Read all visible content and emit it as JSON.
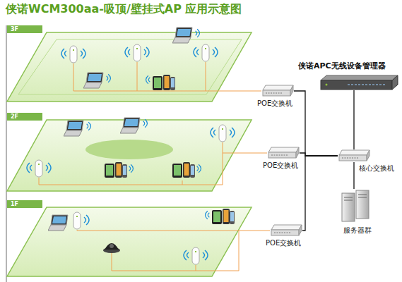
{
  "diagram": {
    "title": "侠诺WCM300aa-吸顶/壁挂式AP 应用示意图",
    "nodes": [
      {
        "text": [
          "3F"
        ]
      },
      {
        "text": [
          "2F"
        ]
      },
      {
        "text": [
          "1F"
        ]
      },
      {
        "text": [
          "POE交换机"
        ]
      },
      {
        "text": [
          "侠诺APC无线设备管理器"
        ]
      },
      {
        "text": [
          "POE交换机"
        ]
      },
      {
        "text": [
          "核心交换机"
        ]
      },
      {
        "text": [
          "服务器群"
        ]
      },
      {
        "text": [
          "POE交换机"
        ]
      }
    ],
    "edges": [
      {
        "from": 0,
        "to": 3,
        "arrow": "none"
      },
      {
        "from": 1,
        "to": 5,
        "arrow": "none"
      },
      {
        "from": 2,
        "to": 8,
        "arrow": "none"
      },
      {
        "from": 3,
        "to": 6,
        "arrow": "none"
      },
      {
        "from": 5,
        "to": 6,
        "arrow": "none"
      },
      {
        "from": 8,
        "to": 6,
        "arrow": "none"
      },
      {
        "from": 4,
        "to": 6,
        "arrow": "none"
      },
      {
        "from": 7,
        "to": 6,
        "arrow": "none"
      }
    ]
  }
}
